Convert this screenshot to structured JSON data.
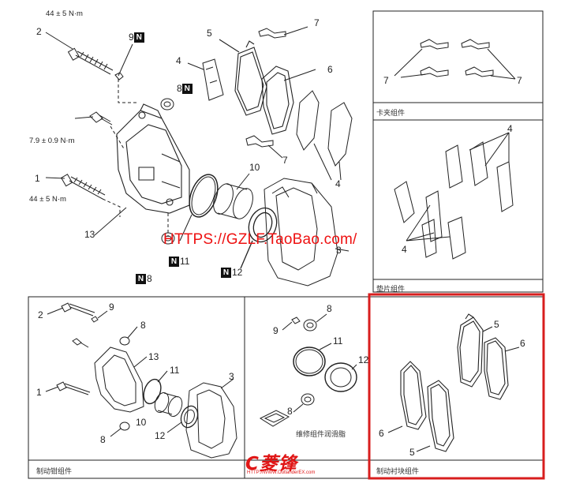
{
  "torque_specs": {
    "bolt_2": "44 ± 5 N·m",
    "bleeder": "7.9 ± 0.9 N·m",
    "bolt_1": "44 ± 5 N·m"
  },
  "callouts": {
    "n1": "1",
    "n2": "2",
    "n3": "3",
    "n4": "4",
    "n5": "5",
    "n6": "6",
    "n7": "7",
    "n8": "8",
    "n9": "9",
    "n10": "10",
    "n11": "11",
    "n12": "12",
    "n13": "13"
  },
  "n_marker": "N",
  "watermark": "HTTPS://GZLF.TaoBao.com/",
  "captions": {
    "clip_kit": "卡夹组件",
    "shim_kit": "垫片组件",
    "caliper_kit": "制动钳组件",
    "seal_kit": "维修组件润滑脂",
    "pad_kit": "制动衬块组件"
  },
  "logo": {
    "main": "C菱锋",
    "sub": "HTTP://WWW.OutlanderEX.com"
  },
  "colors": {
    "highlight": "#d81e1e",
    "watermark": "#ee1111",
    "line": "#222222"
  }
}
